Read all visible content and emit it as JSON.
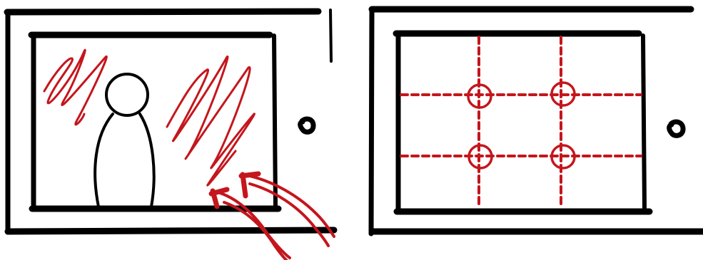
{
  "colors": {
    "ink": "#000000",
    "accent_red": "#c4161c",
    "background": "#ffffff"
  },
  "panels": [
    {
      "id": "left",
      "depicts": [
        "tablet-frame",
        "screen",
        "person-figure",
        "glare-scribbles",
        "light-source-arrows"
      ]
    },
    {
      "id": "right",
      "depicts": [
        "tablet-frame",
        "screen",
        "rule-of-thirds-grid",
        "intersection-circles"
      ]
    }
  ]
}
